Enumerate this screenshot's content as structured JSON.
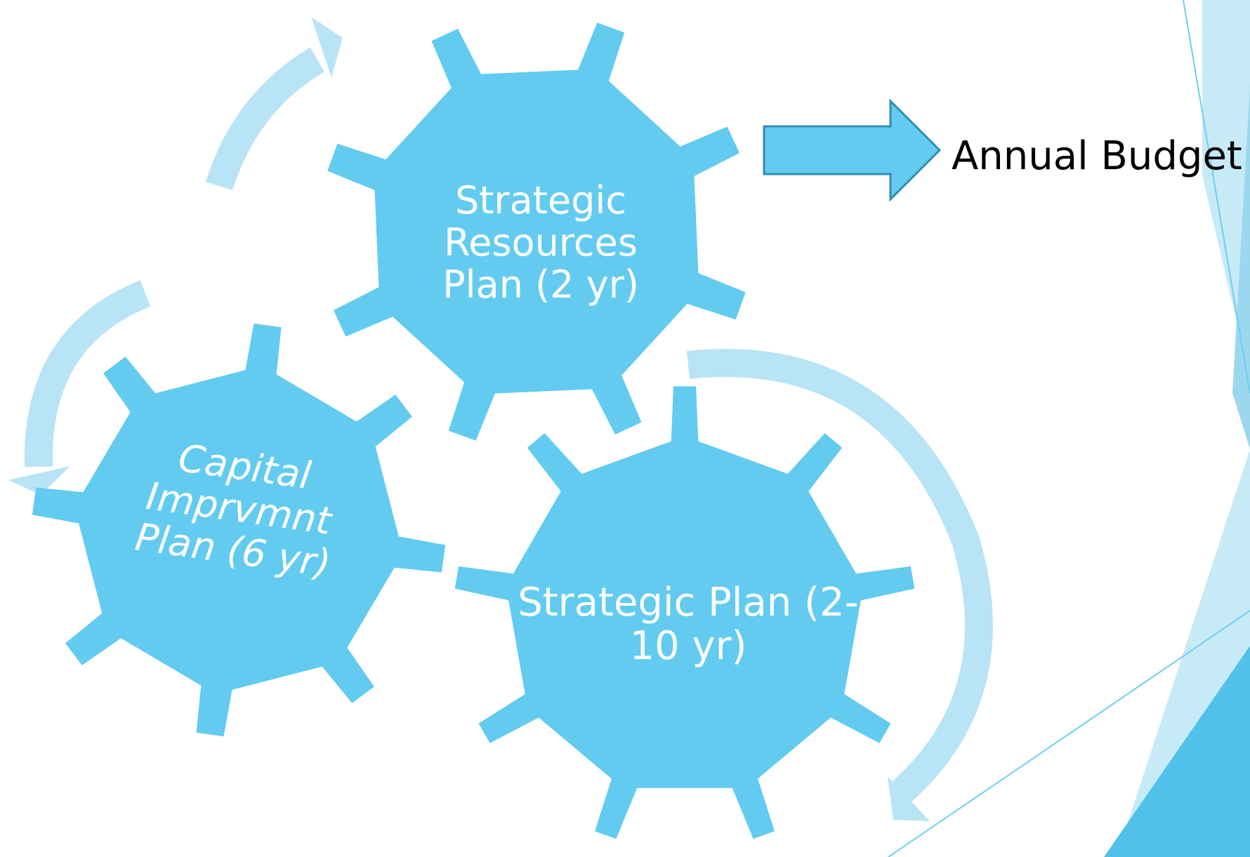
{
  "colors": {
    "gear_fill": "#62cbef",
    "cycle_arrow": "#b8e4f5",
    "budget_arrow_fill": "#62cbef",
    "budget_arrow_stroke": "#2e8fb0",
    "decor_light": "#c7eaf7",
    "decor_dark": "#4fc1ea"
  },
  "gears": {
    "strategic_resources_plan": "Strategic Resources Plan (2 yr)",
    "capital_improvement_plan": "Capital Imprvmnt Plan (6 yr)",
    "strategic_plan": "Strategic Plan (2-10 yr)"
  },
  "output": {
    "annual_budget": "Annual Budget"
  },
  "icons": {
    "cycle_arrows": "curved-arrow-icon",
    "budget_arrow": "right-arrow-icon"
  }
}
